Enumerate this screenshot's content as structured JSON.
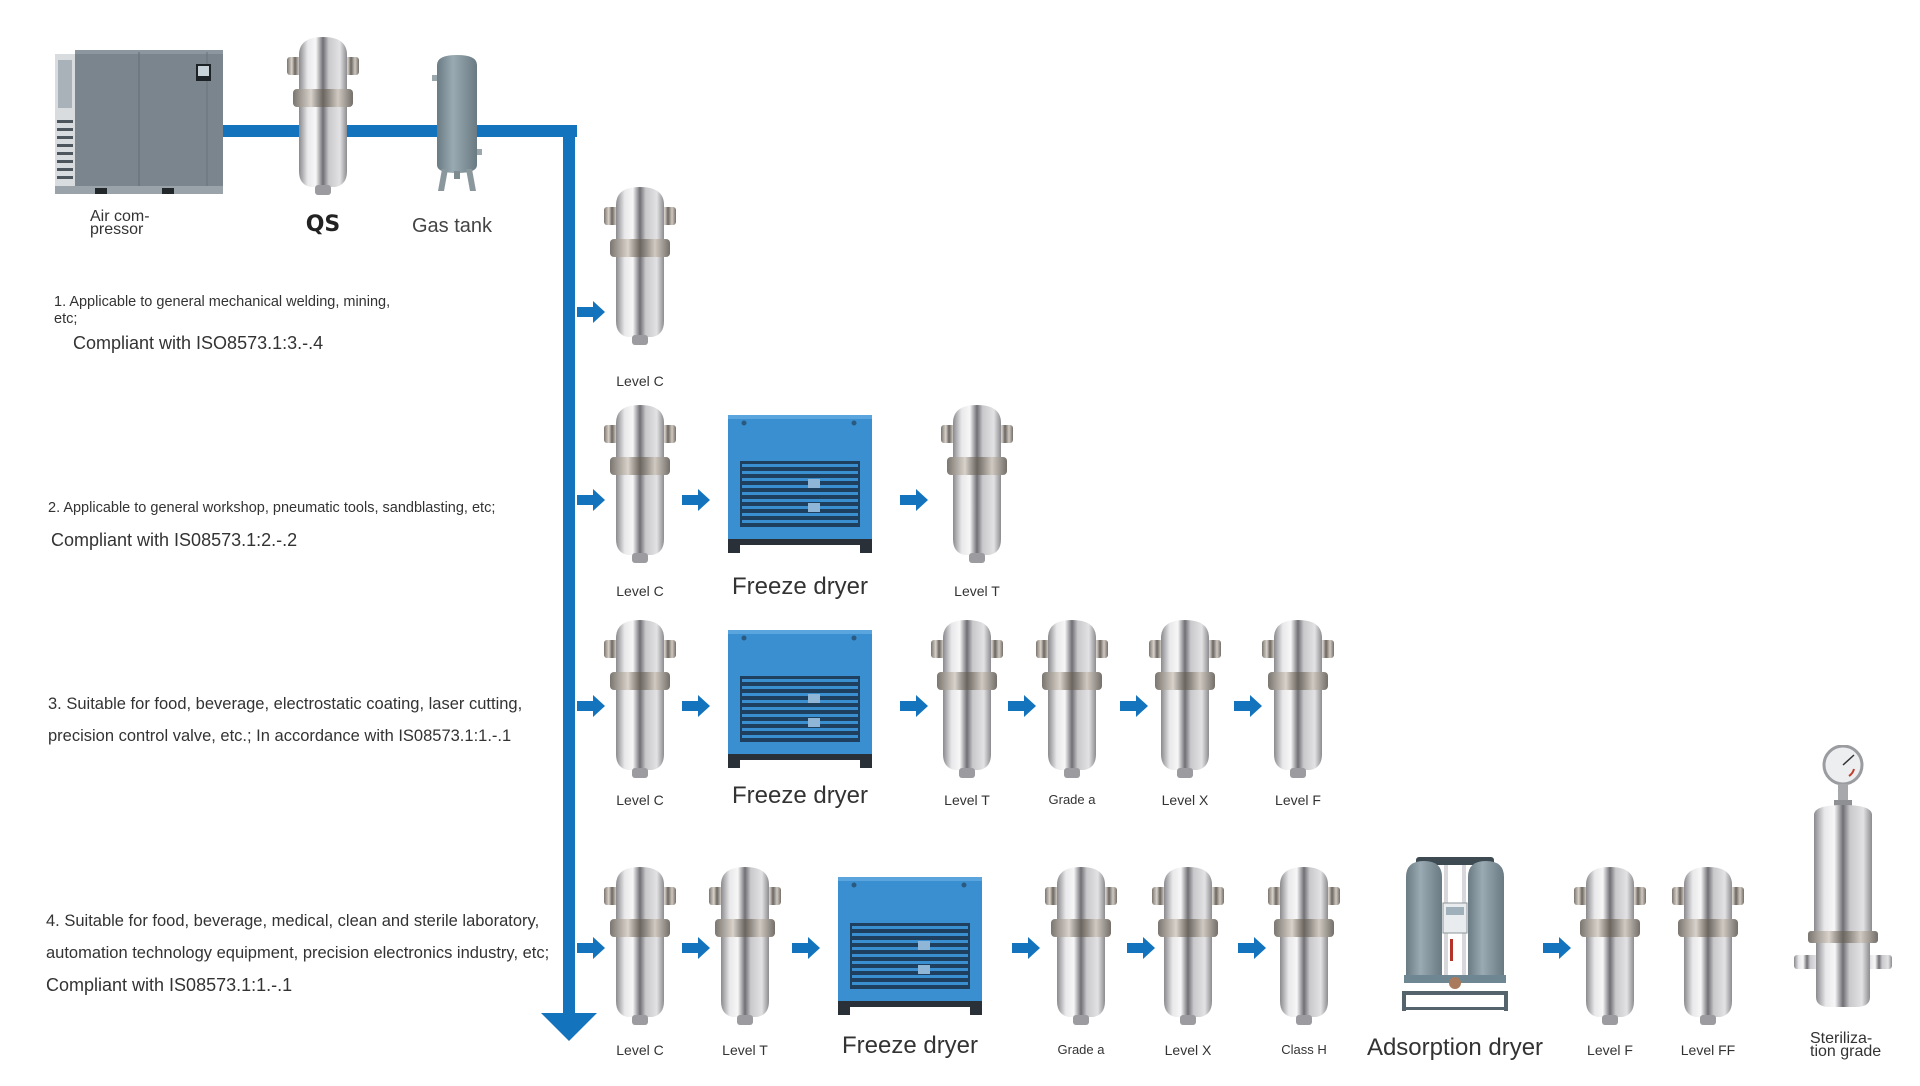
{
  "colors": {
    "pipe": "#1373bd",
    "text": "#333333",
    "dryer_blue": "#3a8fd0"
  },
  "header_chain": {
    "compressor_label_line1": "Air com-",
    "compressor_label_line2": "pressor",
    "qs_label": "QS",
    "tank_label": "Gas tank"
  },
  "descriptions": [
    {
      "line1": "1. Applicable to general mechanical welding, mining,",
      "line2": "etc;",
      "compliance": "Compliant with ISO8573.1:3.-.4"
    },
    {
      "line1": "2. Applicable to general workshop, pneumatic tools, sandblasting, etc;",
      "compliance": "Compliant with IS08573.1:2.-.2"
    },
    {
      "line1": "3. Suitable for food, beverage, electrostatic coating, laser cutting,",
      "line2": "precision control valve, etc.; In accordance with IS08573.1:1.-.1"
    },
    {
      "line1": "4. Suitable for food, beverage, medical, clean and sterile laboratory,",
      "line2": "automation technology equipment, precision electronics industry, etc;",
      "compliance": "Compliant with IS08573.1:1.-.1"
    }
  ],
  "rows": [
    {
      "items": [
        {
          "type": "filter",
          "label": "Level C"
        }
      ]
    },
    {
      "items": [
        {
          "type": "filter",
          "label": "Level C"
        },
        {
          "type": "freeze-dryer",
          "label": "Freeze dryer"
        },
        {
          "type": "filter",
          "label": "Level T"
        }
      ]
    },
    {
      "items": [
        {
          "type": "filter",
          "label": "Level C"
        },
        {
          "type": "freeze-dryer",
          "label": "Freeze dryer"
        },
        {
          "type": "filter",
          "label": "Level T"
        },
        {
          "type": "filter",
          "label": "Grade a"
        },
        {
          "type": "filter",
          "label": "Level X"
        },
        {
          "type": "filter",
          "label": "Level F"
        }
      ]
    },
    {
      "items": [
        {
          "type": "filter",
          "label": "Level C"
        },
        {
          "type": "filter",
          "label": "Level T"
        },
        {
          "type": "freeze-dryer",
          "label": "Freeze dryer"
        },
        {
          "type": "filter",
          "label": "Grade a"
        },
        {
          "type": "filter",
          "label": "Level X"
        },
        {
          "type": "filter",
          "label": "Class H"
        },
        {
          "type": "adsorption-dryer",
          "label": "Adsorption dryer"
        },
        {
          "type": "filter",
          "label": "Level F"
        },
        {
          "type": "filter",
          "label": "Level FF"
        },
        {
          "type": "sterilization-filter",
          "label_line1": "Steriliza-",
          "label_line2": "tion grade"
        }
      ]
    }
  ]
}
